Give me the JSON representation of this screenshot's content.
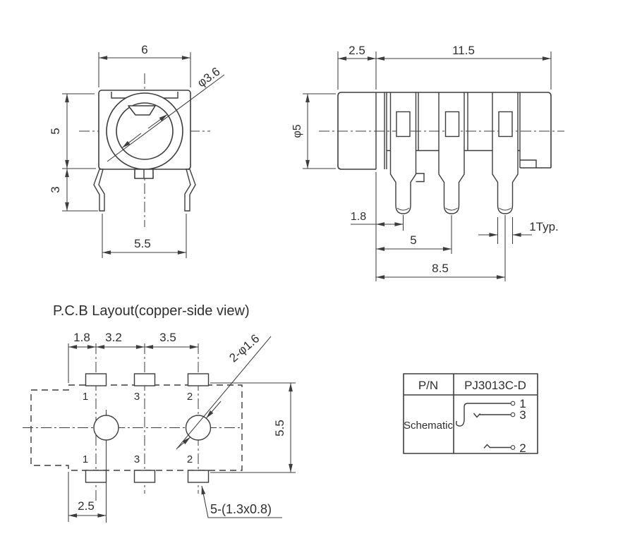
{
  "front_view": {
    "dim_top": "6",
    "dim_left_upper": "5",
    "dim_left_lower": "3",
    "dim_bottom": "5.5",
    "dim_diameter": "φ3.6"
  },
  "side_view": {
    "dim_offset": "2.5",
    "dim_width": "11.5",
    "dim_diameter": "φ5",
    "dim_pin1_offset": "1.8",
    "dim_pin2_offset": "5",
    "dim_pin3_offset": "8.5",
    "dim_pin_width": "1Typ."
  },
  "pcb_layout": {
    "title": "P.C.B Layout(copper-side  view)",
    "dim_pad1": "1.8",
    "dim_pad2": "3.2",
    "dim_pad3": "3.5",
    "dim_holes": "2-φ1.6",
    "dim_height": "5.5",
    "dim_hole_offset": "2.5",
    "dim_slots": "5-(1.3x0.8)",
    "pins_top": [
      "1",
      "3",
      "2"
    ],
    "pins_bottom": [
      "1",
      "3",
      "2"
    ]
  },
  "table": {
    "header_pn": "P/N",
    "header_part": "PJ3013C-D",
    "row_label": "Schematic",
    "pin_top": "1",
    "pin_mid": "3",
    "pin_bottom": "2"
  },
  "colors": {
    "line": "#3d3d3d",
    "text": "#2f2f2f",
    "background": "#ffffff"
  }
}
